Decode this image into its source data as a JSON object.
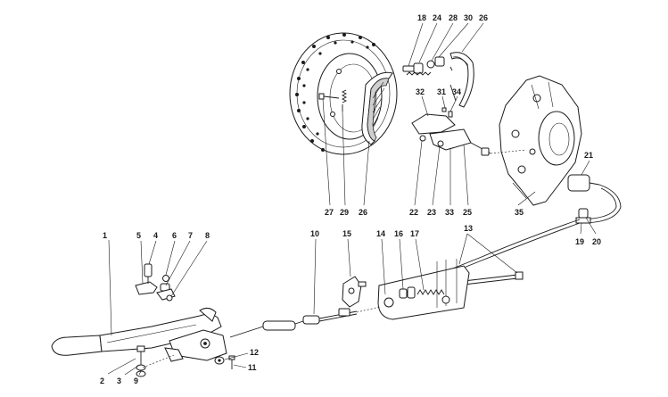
{
  "callouts": [
    {
      "id": "1",
      "label": "1"
    },
    {
      "id": "2",
      "label": "2"
    },
    {
      "id": "3",
      "label": "3"
    },
    {
      "id": "4",
      "label": "4"
    },
    {
      "id": "5",
      "label": "5"
    },
    {
      "id": "6",
      "label": "6"
    },
    {
      "id": "7",
      "label": "7"
    },
    {
      "id": "8",
      "label": "8"
    },
    {
      "id": "9",
      "label": "9"
    },
    {
      "id": "10",
      "label": "10"
    },
    {
      "id": "11",
      "label": "11"
    },
    {
      "id": "12",
      "label": "12"
    },
    {
      "id": "13",
      "label": "13"
    },
    {
      "id": "14",
      "label": "14"
    },
    {
      "id": "15",
      "label": "15"
    },
    {
      "id": "16",
      "label": "16"
    },
    {
      "id": "17",
      "label": "17"
    },
    {
      "id": "18",
      "label": "18"
    },
    {
      "id": "19",
      "label": "19"
    },
    {
      "id": "20",
      "label": "20"
    },
    {
      "id": "21",
      "label": "21"
    },
    {
      "id": "22",
      "label": "22"
    },
    {
      "id": "23",
      "label": "23"
    },
    {
      "id": "24",
      "label": "24"
    },
    {
      "id": "25",
      "label": "25"
    },
    {
      "id": "26a",
      "label": "26"
    },
    {
      "id": "26b",
      "label": "26"
    },
    {
      "id": "27",
      "label": "27"
    },
    {
      "id": "28",
      "label": "28"
    },
    {
      "id": "29",
      "label": "29"
    },
    {
      "id": "30",
      "label": "30"
    },
    {
      "id": "31",
      "label": "31"
    },
    {
      "id": "32",
      "label": "32"
    },
    {
      "id": "33",
      "label": "33"
    },
    {
      "id": "34",
      "label": "34"
    },
    {
      "id": "35",
      "label": "35"
    }
  ]
}
